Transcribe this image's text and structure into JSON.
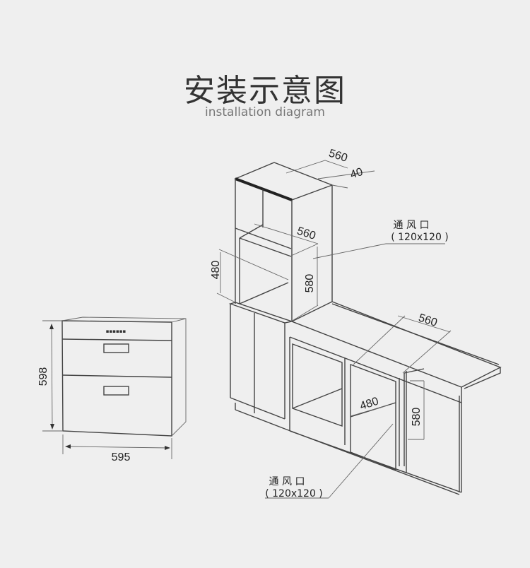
{
  "title": "安装示意图",
  "subtitle": "installation diagram",
  "product": {
    "height": "598",
    "width": "595",
    "panel_marks": "▪▪▪▪▪▪"
  },
  "tall_cabinet": {
    "top_depth": "560",
    "top_gap": "40",
    "niche_depth": "560",
    "niche_height": "580",
    "niche_width": "480",
    "vent_label": "通 风 口",
    "vent_size": "( 120x120 )"
  },
  "base_cabinet": {
    "niche_depth": "560",
    "niche_height": "580",
    "niche_width": "480",
    "vent_label": "通 风 口",
    "vent_size": "( 120x120 )"
  }
}
